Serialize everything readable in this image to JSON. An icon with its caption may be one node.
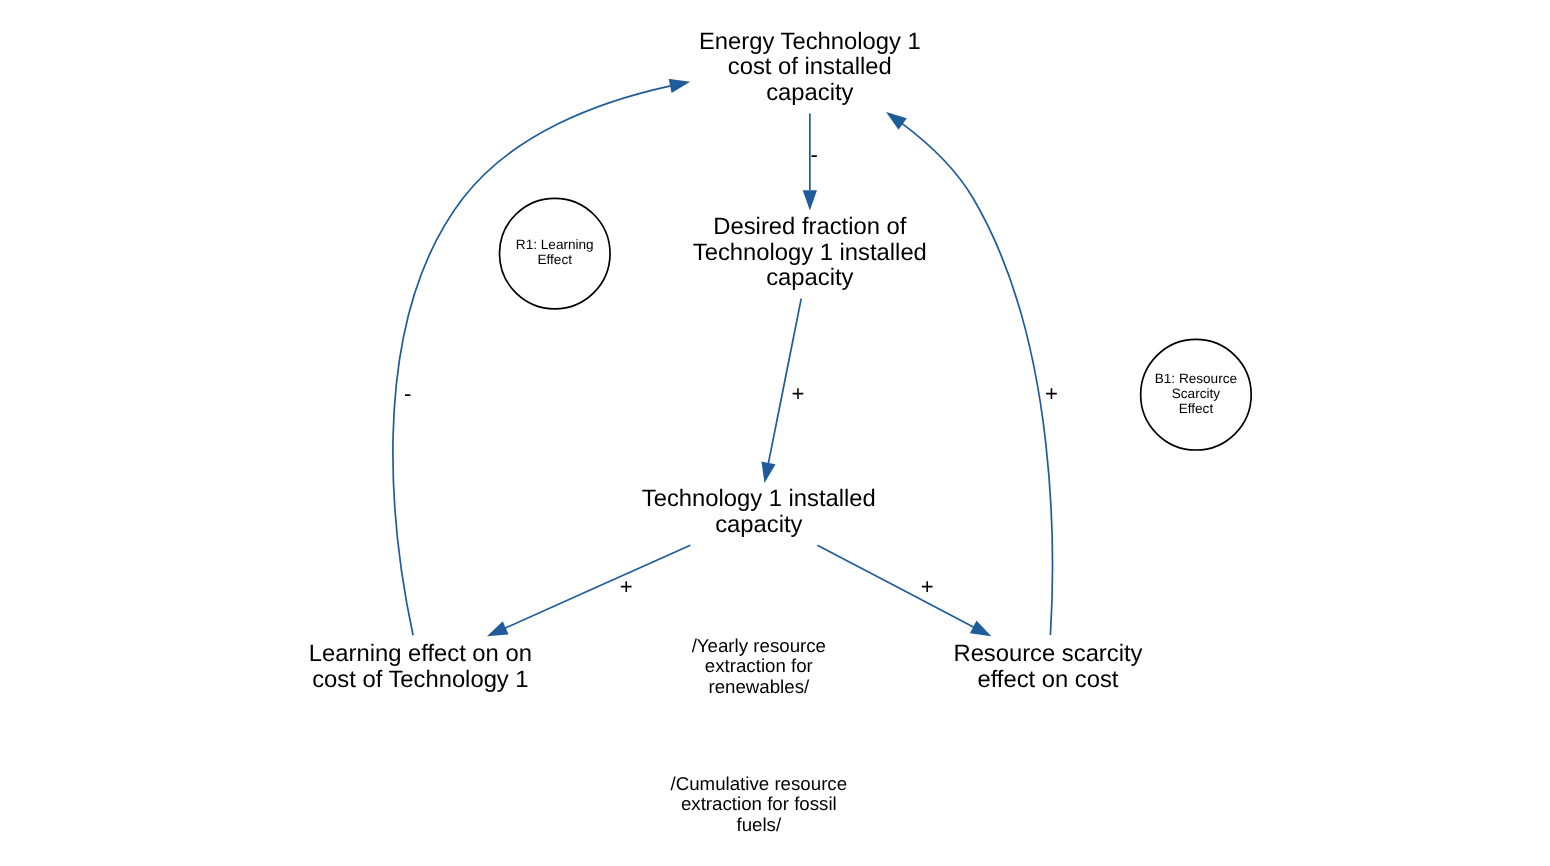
{
  "diagram": {
    "nodes": [
      {
        "text": [
          "Energy Technology 1 cost of installed capacity"
        ]
      },
      {
        "text": [
          "Desired fraction of Technology 1 installed capacity"
        ]
      },
      {
        "text": [
          "Technology 1 installed capacity"
        ]
      },
      {
        "text": [
          "Learning effect on on cost of Technology 1"
        ]
      },
      {
        "text": [
          "Resource scarcity effect on cost"
        ]
      },
      {
        "text": [
          "B1: Resource Scarcity Effect"
        ]
      },
      {
        "text": [
          "R1: Learning Effect"
        ]
      }
    ],
    "edges": [
      {
        "from": 0,
        "to": 1,
        "arrow": "to",
        "label": "-"
      },
      {
        "from": 1,
        "to": 2,
        "arrow": "to",
        "label": "+"
      },
      {
        "from": 2,
        "to": 3,
        "arrow": "to",
        "label": "+"
      },
      {
        "from": 3,
        "to": 0,
        "arrow": "to",
        "label": "-"
      },
      {
        "from": 2,
        "to": 4,
        "arrow": "to",
        "label": "+"
      },
      {
        "from": 4,
        "to": 0,
        "arrow": "to",
        "label": "+"
      }
    ],
    "labels": [
      "/Yearly resource extraction for renewables/",
      "/Cumulative resource extraction for fossil fuels/"
    ]
  }
}
